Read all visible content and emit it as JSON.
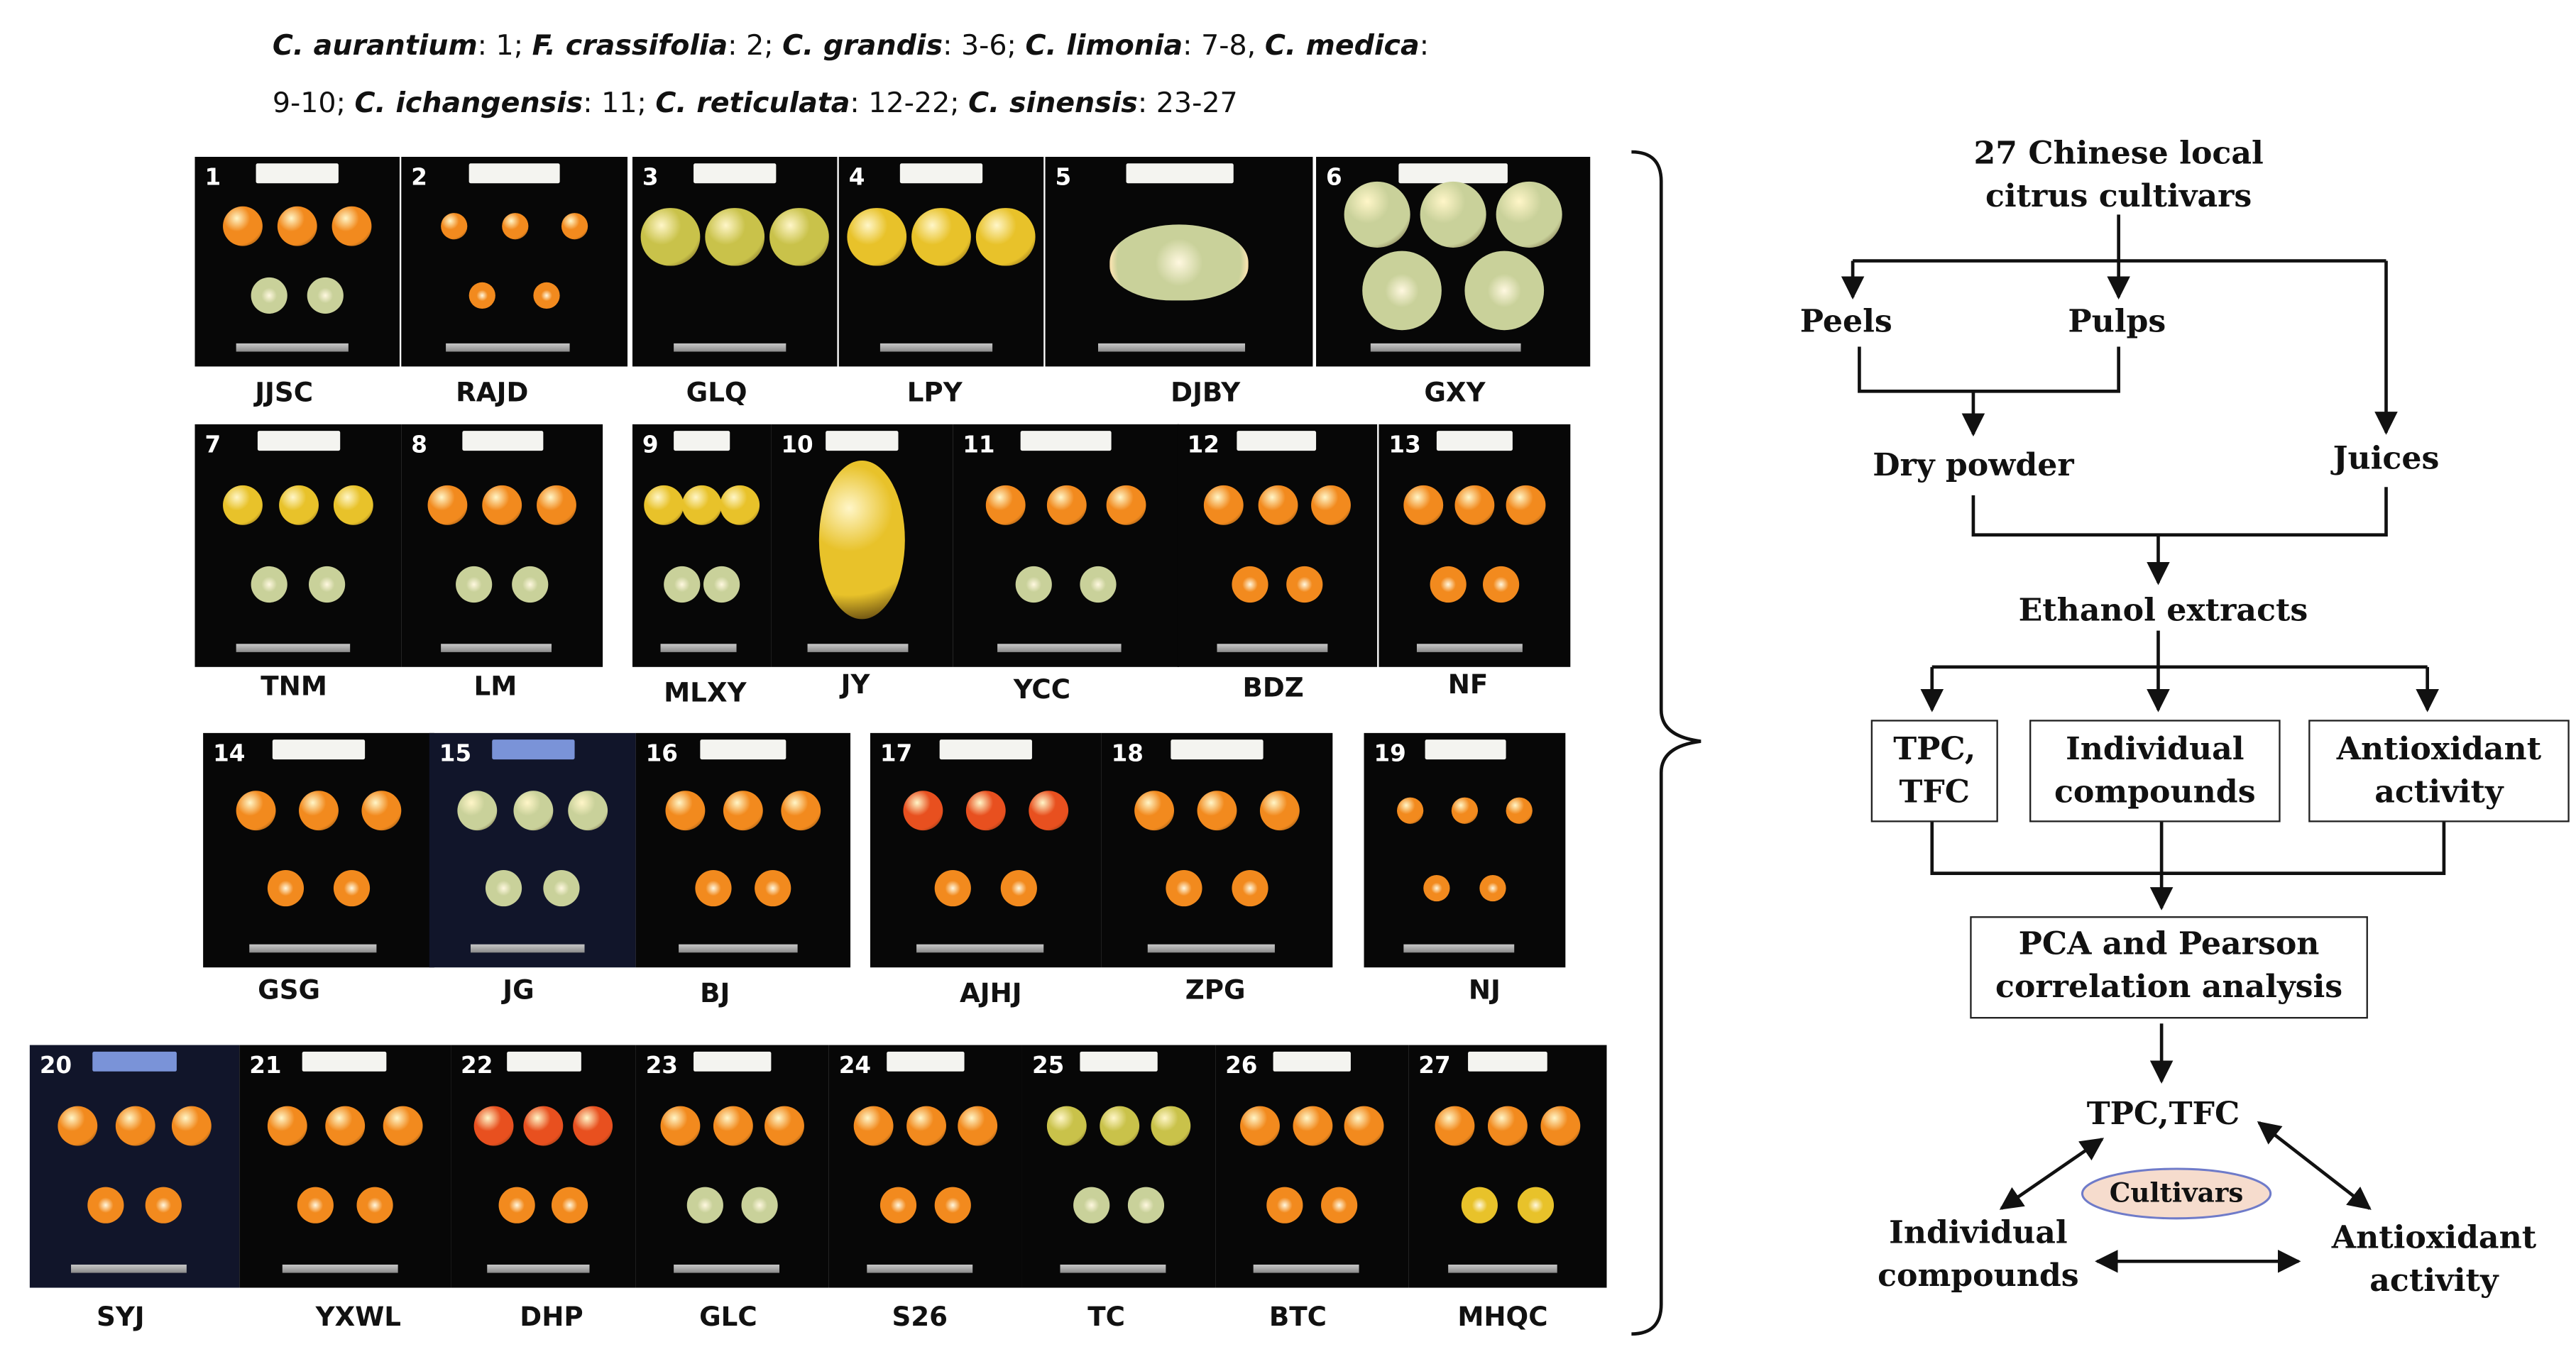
{
  "legend": {
    "line1": [
      {
        "species": "C. aurantium",
        "range": ": 1; "
      },
      {
        "species": "F. crassifolia",
        "range": ": 2; "
      },
      {
        "species": "C. grandis",
        "range": ": 3-6; "
      },
      {
        "species": "C. limonia",
        "range": ": 7-8, "
      },
      {
        "species": "C. medica",
        "range": ":"
      }
    ],
    "line2_prefix": "9-10; ",
    "line2": [
      {
        "species": "C. ichangensis",
        "range": ": 11; "
      },
      {
        "species": "C. reticulata",
        "range": ": 12-22; "
      },
      {
        "species": "C. sinensis",
        "range": ": 23-27"
      }
    ]
  },
  "cultivars": [
    {
      "num": "1",
      "code": "JJSC"
    },
    {
      "num": "2",
      "code": "RAJD"
    },
    {
      "num": "3",
      "code": "GLQ"
    },
    {
      "num": "4",
      "code": "LPY"
    },
    {
      "num": "5",
      "code": "DJBY"
    },
    {
      "num": "6",
      "code": "GXY"
    },
    {
      "num": "7",
      "code": "TNM"
    },
    {
      "num": "8",
      "code": "LM"
    },
    {
      "num": "9",
      "code": "MLXY"
    },
    {
      "num": "10",
      "code": "JY"
    },
    {
      "num": "11",
      "code": "YCC"
    },
    {
      "num": "12",
      "code": "BDZ"
    },
    {
      "num": "13",
      "code": "NF"
    },
    {
      "num": "14",
      "code": "GSG"
    },
    {
      "num": "15",
      "code": "JG"
    },
    {
      "num": "16",
      "code": "BJ"
    },
    {
      "num": "17",
      "code": "AJHJ"
    },
    {
      "num": "18",
      "code": "ZPG"
    },
    {
      "num": "19",
      "code": "NJ"
    },
    {
      "num": "20",
      "code": "SYJ"
    },
    {
      "num": "21",
      "code": "YXWL"
    },
    {
      "num": "22",
      "code": "DHP"
    },
    {
      "num": "23",
      "code": "GLC"
    },
    {
      "num": "24",
      "code": "S26"
    },
    {
      "num": "25",
      "code": "TC"
    },
    {
      "num": "26",
      "code": "BTC"
    },
    {
      "num": "27",
      "code": "MHQC"
    }
  ],
  "flow": {
    "start_line1": "27 Chinese local",
    "start_line2": "citrus cultivars",
    "peels": "Peels",
    "pulps": "Pulps",
    "dry_powder": "Dry powder",
    "juices": "Juices",
    "ethanol": "Ethanol extracts",
    "tpc_line1": "TPC,",
    "tpc_line2": "TFC",
    "indiv_line1": "Individual",
    "indiv_line2": "compounds",
    "antiox_line1": "Antioxidant",
    "antiox_line2": "activity",
    "pca_line1": "PCA and Pearson",
    "pca_line2": "correlation analysis",
    "tri_top": "TPC,TFC",
    "tri_center": "Cultivars",
    "tri_left_line1": "Individual",
    "tri_left_line2": "compounds",
    "tri_right_line1": "Antioxidant",
    "tri_right_line2": "activity"
  },
  "colors": {
    "orange": "#f28a1e",
    "yellow": "#e8c22a",
    "lime": "#c9c24a",
    "pale_green": "#c9d19a",
    "red_orange": "#e8501f",
    "ellipse_fill": "#f6dccd"
  }
}
